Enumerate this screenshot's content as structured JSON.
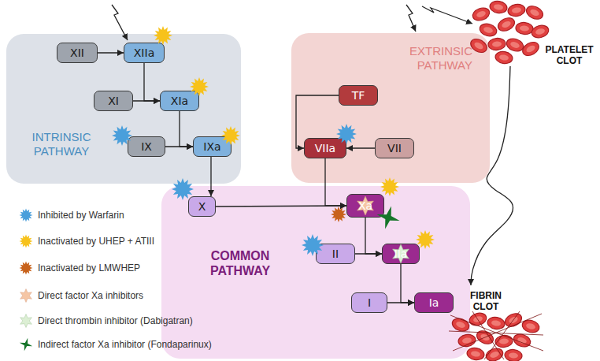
{
  "diagram": {
    "nodes": [
      {
        "text": [
          "INTRINSIC PATHWAY"
        ]
      },
      {
        "text": [
          "XII"
        ],
        "in": 0
      },
      {
        "text": [
          "XIIa"
        ],
        "in": 0
      },
      {
        "text": [
          "XI"
        ],
        "in": 0
      },
      {
        "text": [
          "XIa"
        ],
        "in": 0
      },
      {
        "text": [
          "IX"
        ],
        "in": 0
      },
      {
        "text": [
          "IXa"
        ],
        "in": 0
      },
      {
        "text": [
          "EXTRINSIC PATHWAY"
        ]
      },
      {
        "text": [
          "TF"
        ],
        "in": 7
      },
      {
        "text": [
          "VIIa"
        ],
        "in": 7
      },
      {
        "text": [
          "VII"
        ],
        "in": 7
      },
      {
        "text": [
          "PLATELET CLOT"
        ]
      },
      {
        "text": [
          "COMMON PATHWAY"
        ]
      },
      {
        "text": [
          "X"
        ],
        "in": 12
      },
      {
        "text": [
          "Xa"
        ],
        "in": 12
      },
      {
        "text": [
          "II"
        ],
        "in": 12
      },
      {
        "text": [
          "IIa"
        ],
        "in": 12
      },
      {
        "text": [
          "I"
        ],
        "in": 12
      },
      {
        "text": [
          "Ia"
        ],
        "in": 12
      },
      {
        "text": [
          "FIBRIN CLOT"
        ]
      }
    ],
    "edges": [
      {
        "from": 1,
        "to": 2,
        "arrow": "to"
      },
      {
        "from": 2,
        "to": 4,
        "arrow": "to"
      },
      {
        "from": 3,
        "to": 4,
        "arrow": "to"
      },
      {
        "from": 4,
        "to": 6,
        "arrow": "to"
      },
      {
        "from": 5,
        "to": 6,
        "arrow": "to"
      },
      {
        "from": 6,
        "to": 13,
        "arrow": "to"
      },
      {
        "from": 8,
        "to": 9,
        "arrow": "to"
      },
      {
        "from": 10,
        "to": 9,
        "arrow": "to"
      },
      {
        "from": 9,
        "to": 14,
        "arrow": "to"
      },
      {
        "from": 13,
        "to": 14,
        "arrow": "to"
      },
      {
        "from": 14,
        "to": 16,
        "arrow": "to"
      },
      {
        "from": 15,
        "to": 16,
        "arrow": "to"
      },
      {
        "from": 16,
        "to": 18,
        "arrow": "to"
      },
      {
        "from": 17,
        "to": 18,
        "arrow": "to"
      },
      {
        "from": 11,
        "to": 19,
        "arrow": "to"
      }
    ],
    "legend": [
      {
        "text": "Inhibited by Warfarin",
        "color": "#4a9fdb"
      },
      {
        "text": "Inactivated by UHEP + ATIII",
        "color": "#f7c21b"
      },
      {
        "text": "Inactivated by LMWHEP",
        "color": "#c8621b"
      },
      {
        "text": "Direct factor Xa inhibitors",
        "color": "#f5c6a5"
      },
      {
        "text": "Direct thrombin inhibitor (Dabigatran)",
        "color": "#dcefd4"
      },
      {
        "text": "Indirect factor Xa inhibitor (Fondaparinux)",
        "color": "#16762a"
      }
    ]
  }
}
